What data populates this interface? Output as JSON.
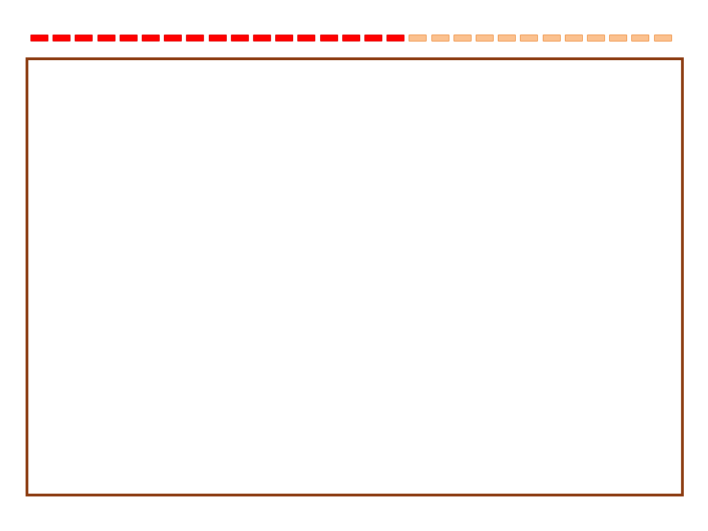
{
  "progress": {
    "total_segments": 29,
    "completed_segments": 17,
    "fraction_complete": 0.586,
    "colors": {
      "completed_fill": "#FF0000",
      "completed_border": "#E00000",
      "remaining_fill": "#FBC18F",
      "remaining_border": "#EE8F3F"
    }
  },
  "frame": {
    "border_color": "#8B3A0F",
    "background": "#FFFFFF",
    "content": ""
  }
}
